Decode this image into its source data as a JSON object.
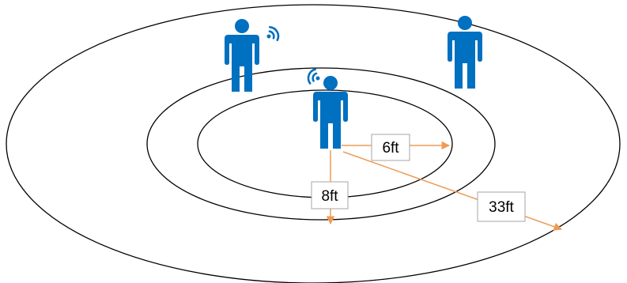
{
  "colors": {
    "person": "#0070C0",
    "arrow": "#ED9B55",
    "ring": "#000000",
    "label_box_border": "#A6A6A6",
    "background": "#FFFFFF"
  },
  "distances": [
    {
      "id": "inner",
      "label": "6ft"
    },
    {
      "id": "middle",
      "label": "8ft"
    },
    {
      "id": "outer",
      "label": "33ft"
    }
  ],
  "people": [
    {
      "id": "center",
      "icon": "person-icon",
      "signal": "wifi-signal-icon"
    },
    {
      "id": "left",
      "icon": "person-icon",
      "signal": "wifi-signal-icon"
    },
    {
      "id": "right",
      "icon": "person-icon",
      "signal": null
    }
  ]
}
